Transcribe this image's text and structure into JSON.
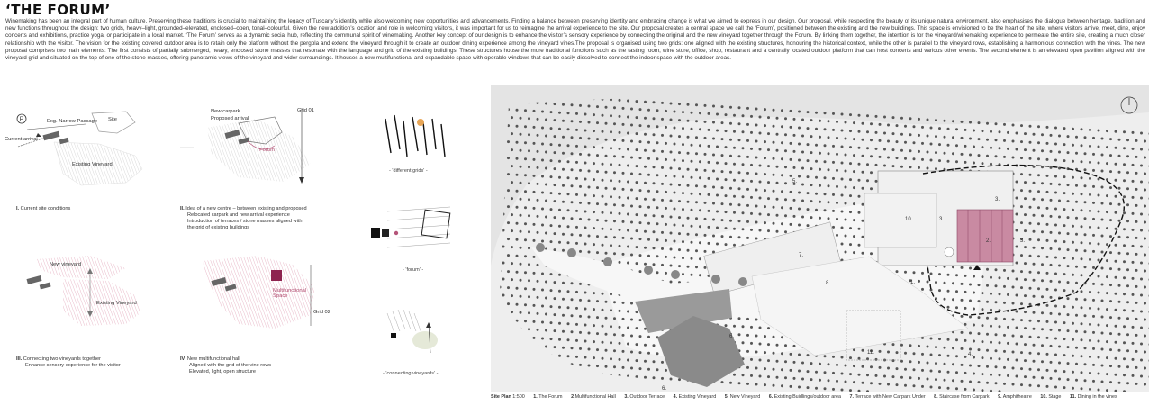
{
  "title": "‘THE FORUM’",
  "intro": "Winemaking has been an integral part of human culture. Preserving these traditions is crucial to maintaining the legacy of Tuscany’s identity while also welcoming new opportunities and advancements. Finding a balance between preserving identity and embracing change is what we aimed to express in our design. Our proposal, while respecting the beauty of its unique natural environment, also emphasises the dialogue between heritage, tradition and new functions throughout the design: two grids, heavy–light, grounded–elevated, enclosed–open, tonal–colourful. Given the new addition’s location and role in welcoming visitors, it was important for us to reimagine the arrival experience to the site. Our proposal creates a central space we call the ‘Forum’, positioned between the existing and the new buildings. This space is envisioned to be the heart of the site, where visitors arrive, meet, dine, enjoy concerts and exhibitions, practice yoga, or participate in a local market. ‘The Forum’ serves as a dynamic social hub, reflecting the communal spirit of winemaking. Another key concept of our design is to enhance the visitor’s sensory experience by connecting the original and the new vineyard together through the Forum. By linking them together, the intention is for the vineyard/winemaking experience to permeate the entire site, creating a much closer relationship with the visitor. The vision for the existing covered outdoor area is to retain only the platform without the pergola and extend the vineyard through it to create an outdoor dining experience among the vineyard vines.The proposal is organised using two grids: one aligned with the existing structures, honouring the historical context, while the other is parallel to the vineyard rows, establishing a harmonious connection with the vines. The new proposal comprises two main elements: The first consists of partially submerged, heavy, enclosed stone masses that resonate with the language and grid of the existing buildings. These structures house the more traditional functions such as the tasting room, wine store, office, shop, restaurant and a centrally located outdoor platform that can host concerts and various other events. The second element is an elevated open pavilion aligned with the vineyard grid and situated on the top of one of the stone masses, offering panoramic views of the vineyard and wider surroundings. It houses a new multifunctional and expandable space with operable windows that can be easily dissolved to connect the indoor space with the outdoor areas.",
  "diagrams": {
    "d1": {
      "parking_symbol": "P",
      "labels": {
        "passage": "Exg. Narrow Passage",
        "site": "Site",
        "arrival": "Current arrival",
        "vineyard": "Existing Vineyard"
      },
      "caption_num": "I.",
      "caption": "Current site conditions"
    },
    "d2": {
      "labels": {
        "carpark": "New carpark",
        "parking": "Proposed arrival",
        "grid": "Grid 01",
        "forum": "'Forum'"
      },
      "caption_num": "II.",
      "caption_lines": [
        "Idea of a new centre – between existing and proposed",
        "Relocated carpark and new arrival experience",
        "Introduction of terraces / stone masses aligned with",
        "the grid of existing buildings"
      ]
    },
    "d3": {
      "labels": {
        "new": "New vineyard",
        "existing": "Existing Vineyard"
      },
      "caption_num": "III.",
      "caption_lines": [
        "Connecting two vineyards together",
        "Enhance sensory experience for the visitor"
      ]
    },
    "d4": {
      "labels": {
        "space": "Multifunctional Space",
        "grid": "Grid 02"
      },
      "caption_num": "IV.",
      "caption_lines": [
        "New multifunctional hall",
        "Aligned with the grid of the vine rows",
        "Elevated, light, open structure"
      ]
    }
  },
  "sketches": {
    "s1": "- 'different grids' -",
    "s2": "- 'forum' -",
    "s3": "- 'connecting vineyards' -"
  },
  "site_plan": {
    "numbers": [
      "1.",
      "2.",
      "3.",
      "3.",
      "3.",
      "4.",
      "5.",
      "6.",
      "6.",
      "7.",
      "8.",
      "10.",
      "11."
    ],
    "legend_title": "Site Plan",
    "scale": "1:500",
    "legend": [
      {
        "n": "1.",
        "t": "The Forum"
      },
      {
        "n": "2.",
        "t": "Multifunctional Hall"
      },
      {
        "n": "3.",
        "t": "Outdoor Terrace"
      },
      {
        "n": "4.",
        "t": "Existing Vineyard"
      },
      {
        "n": "5.",
        "t": "New Vineyard"
      },
      {
        "n": "6.",
        "t": "Existing Buidlings/outdoor area"
      },
      {
        "n": "7.",
        "t": "Terrace with New Carpark Under"
      },
      {
        "n": "8.",
        "t": "Staircase from Carpark"
      },
      {
        "n": "9.",
        "t": "Amphitheatre"
      },
      {
        "n": "10.",
        "t": "Stage"
      },
      {
        "n": "11.",
        "t": "Dining in the vines"
      }
    ]
  },
  "colors": {
    "accent": "#b5557a",
    "hall_fill": "#c98aa2",
    "roof": "#8a8a8a",
    "hatch": "#e3a9bd"
  }
}
